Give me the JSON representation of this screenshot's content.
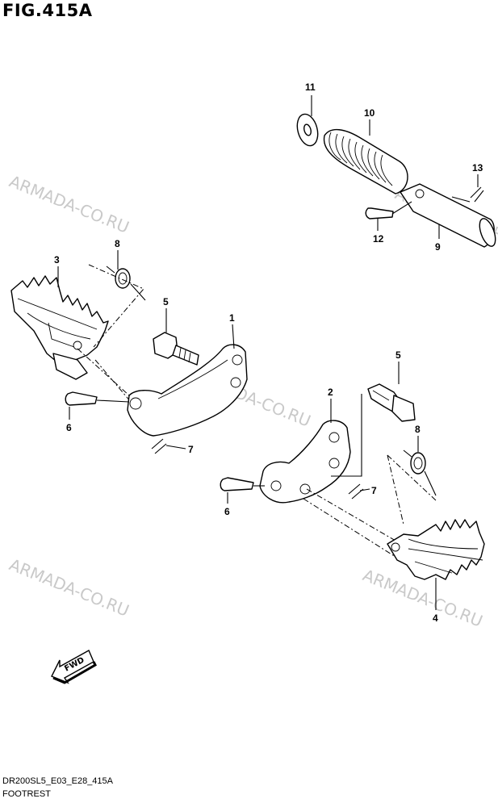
{
  "figure": {
    "title": "FIG.415A",
    "footer_code": "DR200SL5_E03_E28_415A",
    "footer_name": "FOOTREST"
  },
  "watermarks": [
    "ARMADA-CO.RU",
    "ARMADA-CO.RU",
    "ARMADA-CO.RU",
    "ARMADA-CO.RU",
    "ARMADA-CO.RU",
    "ARMADA-CO.RU"
  ],
  "fwd_label": "FWD",
  "callouts": {
    "c1": "1",
    "c2": "2",
    "c3": "3",
    "c4": "4",
    "c5a": "5",
    "c5b": "5",
    "c6a": "6",
    "c6b": "6",
    "c7a": "7",
    "c7b": "7",
    "c8a": "8",
    "c8b": "8",
    "c9": "9",
    "c10": "10",
    "c11": "11",
    "c12": "12",
    "c13": "13"
  }
}
